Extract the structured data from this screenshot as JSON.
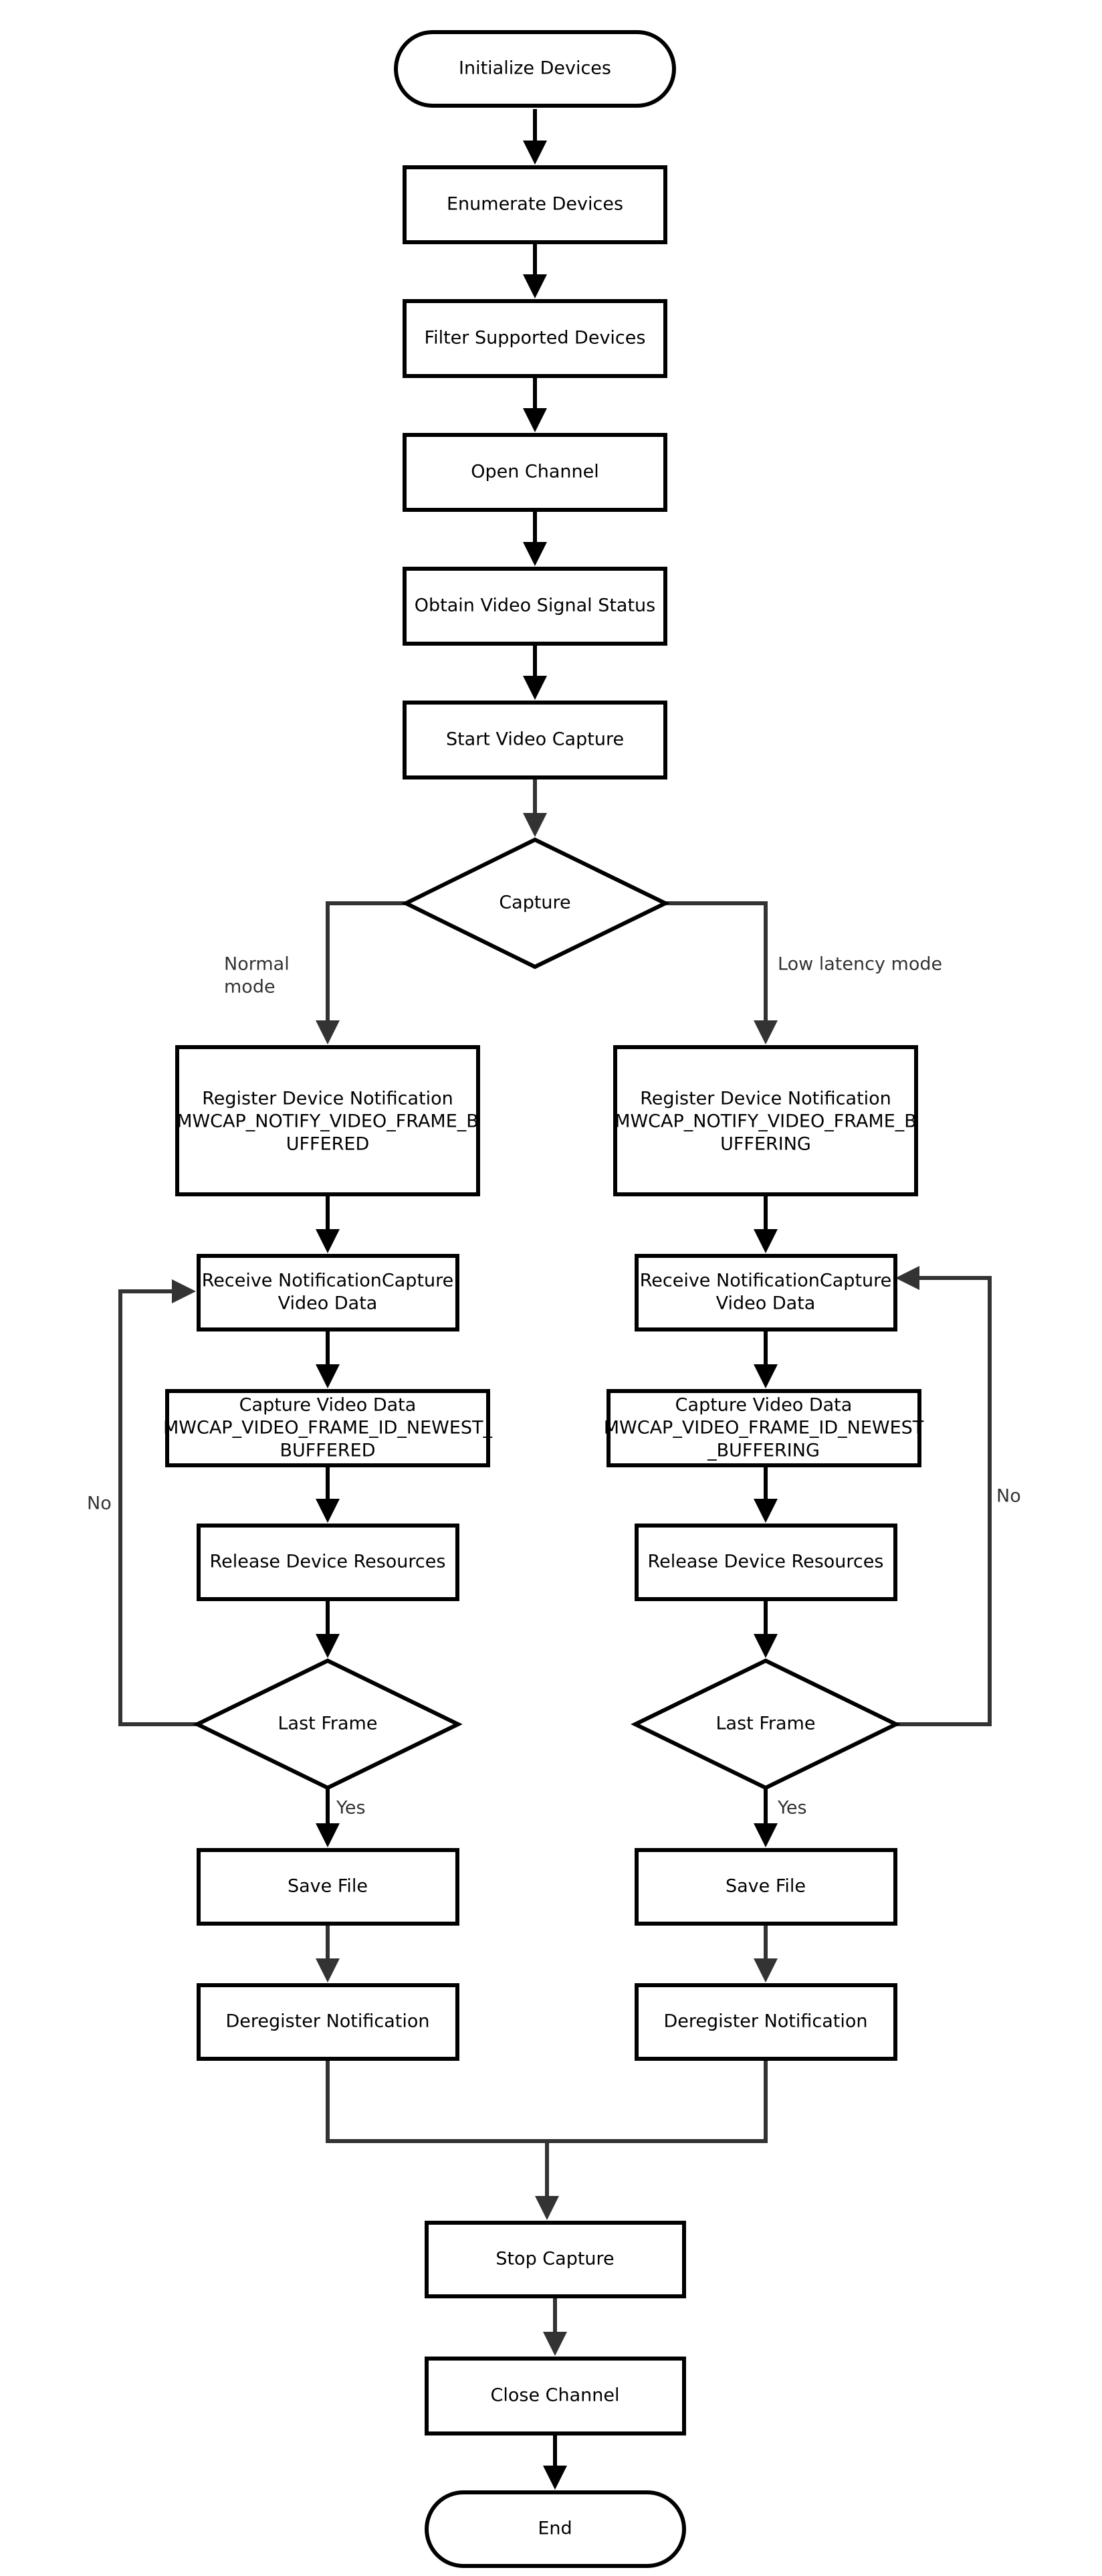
{
  "nodes": {
    "init": "Initialize Devices",
    "enumerate": "Enumerate Devices",
    "filter": "Filter Supported Devices",
    "open": "Open Channel",
    "signal": "Obtain Video Signal Status",
    "start": "Start Video Capture",
    "capture": "Capture",
    "reg_left": [
      "Register Device Notification",
      "MWCAP_NOTIFY_VIDEO_FRAME_B",
      "UFFERED"
    ],
    "reg_right": [
      "Register Device Notification",
      "MWCAP_NOTIFY_VIDEO_FRAME_B",
      "UFFERING"
    ],
    "recv_left": [
      "Receive NotificationCapture",
      "Video Data"
    ],
    "recv_right": [
      "Receive NotificationCapture",
      "Video Data"
    ],
    "capdata_left": [
      "Capture Video Data",
      "MWCAP_VIDEO_FRAME_ID_NEWEST_",
      "BUFFERED"
    ],
    "capdata_right": [
      "Capture Video Data",
      "MWCAP_VIDEO_FRAME_ID_NEWEST",
      "_BUFFERING"
    ],
    "release_left": "Release Device Resources",
    "release_right": "Release Device Resources",
    "last_left": "Last Frame",
    "last_right": "Last Frame",
    "save_left": "Save File",
    "save_right": "Save File",
    "dereg_left": "Deregister Notification",
    "dereg_right": "Deregister Notification",
    "stop": "Stop Capture",
    "close": "Close Channel",
    "end": "End"
  },
  "edges": {
    "normal_mode": [
      "Normal",
      "mode"
    ],
    "low_latency": "Low latency mode",
    "no_left": "No",
    "no_right": "No",
    "yes_left": "Yes",
    "yes_right": "Yes"
  }
}
